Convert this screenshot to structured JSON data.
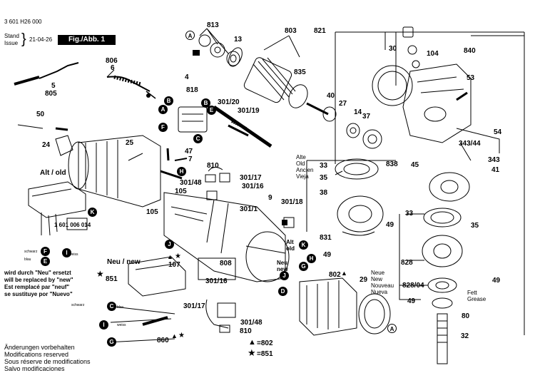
{
  "header": {
    "doc_number": "3 601 H26 000",
    "stand_label": "Stand",
    "issue_label": "Issue",
    "date": "21-04-26",
    "figure_label": "Fig./Abb. 1"
  },
  "variants": {
    "alt_old": "Alt / old",
    "neu_new": "Neu / new",
    "alte_multi": [
      "Alte",
      "Old",
      "Ancien",
      "Vieja"
    ],
    "neue_multi": [
      "Neue",
      "New",
      "Nouveau",
      "Nueva"
    ],
    "alt_old_stack": [
      "Alt",
      "old"
    ],
    "neu_new_stack": [
      "Neu",
      "new"
    ]
  },
  "replacement_note": [
    "wird durch \"Neu\" ersetzt",
    "will be replaced by \"new\"",
    "Est remplacé par \"neuf\"",
    "se sustituye por \"Nuevo\""
  ],
  "part_number_label": "1 601 006 014",
  "wire_colors": {
    "schwarz": "schwarz",
    "blau": "blau",
    "weiss": "weiss"
  },
  "grease_label": [
    "Fett",
    "Grease"
  ],
  "footer_lines": [
    "Änderungen vorbehalten",
    "Modifications reserved",
    "Sous réserve de modifications",
    "Salvo modificaciones"
  ],
  "legend": {
    "triangle": "=802",
    "star": "=851",
    "triangle_symbol": "▲",
    "star_symbol": "★"
  },
  "part_labels": {
    "p813": "813",
    "p13": "13",
    "p803": "803",
    "p821": "821",
    "p30": "30",
    "p104": "104",
    "p840": "840",
    "p806": "806",
    "p6": "6",
    "p5": "5",
    "p805": "805",
    "p835": "835",
    "p4": "4",
    "p818": "818",
    "p301_20": "301/20",
    "p301_19": "301/19",
    "p40": "40",
    "p27": "27",
    "p14": "14",
    "p37": "37",
    "p53": "53",
    "p50": "50",
    "p24": "24",
    "p25": "25",
    "p47": "47",
    "p7": "7",
    "p810a": "810",
    "p301_17a": "301/17",
    "p301_16a": "301/16",
    "p301_48a": "301/48",
    "p105a": "105",
    "p105b": "105",
    "p9": "9",
    "p301_1": "301/1",
    "p301_18": "301/18",
    "p33a": "33",
    "p35a": "35",
    "p38": "38",
    "p838": "838",
    "p45": "45",
    "p54": "54",
    "p343_44": "343/44",
    "p343": "343",
    "p41": "41",
    "p33b": "33",
    "p35b": "35",
    "p49a": "49",
    "p831": "831",
    "p49b": "49",
    "p808": "808",
    "p851": "851",
    "p107": "107",
    "p802": "802",
    "p29": "29",
    "p828": "828",
    "p828_04": "828/04",
    "p49c": "49",
    "p49d": "49",
    "p80": "80",
    "p32": "32",
    "p301_16b": "301/16",
    "p301_17b": "301/17",
    "p301_48b": "301/48",
    "p810b": "810",
    "p860": "860"
  },
  "callouts": {
    "A": "A",
    "B": "B",
    "C": "C",
    "D": "D",
    "E": "E",
    "F": "F",
    "G": "G",
    "H": "H",
    "I": "I",
    "J": "J",
    "K": "K"
  }
}
